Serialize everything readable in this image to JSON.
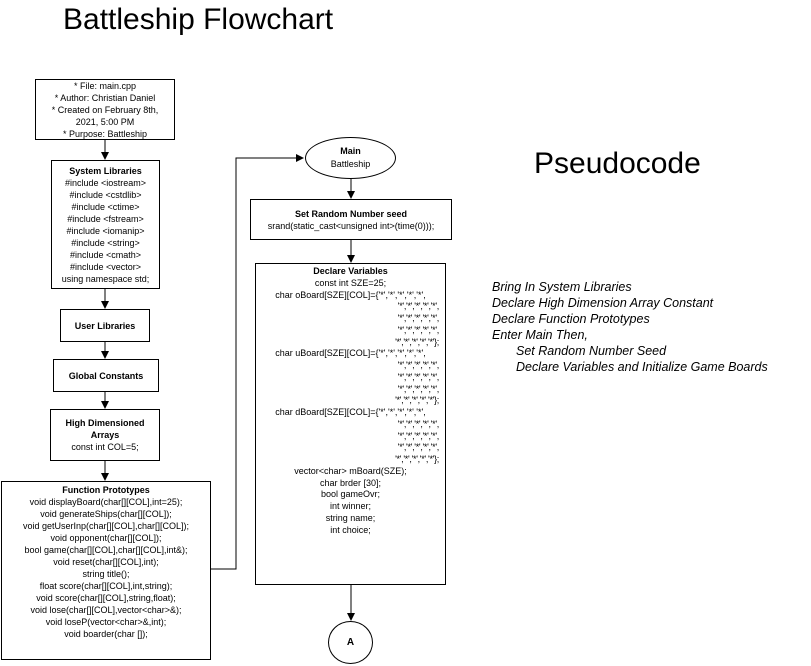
{
  "title": "Battleship Flowchart",
  "pseudocode_title": "Pseudocode",
  "header_box": [
    "* File:   main.cpp",
    "* Author: Christian Daniel",
    "* Created on February 8th,",
    "2021, 5:00 PM",
    "* Purpose:  Battleship"
  ],
  "system_libraries": {
    "heading": "System Libraries",
    "lines": [
      "#include <iostream>",
      "#include <cstdlib>",
      "#include <ctime>",
      "#include <fstream>",
      "#include <iomanip>",
      "#include <string>",
      "#include <cmath>",
      "#include <vector>",
      "using namespace std;"
    ]
  },
  "user_libraries": {
    "heading": "User Libraries"
  },
  "global_constants": {
    "heading": "Global Constants"
  },
  "high_dim_arrays": {
    "heading_lines": [
      "High Dimensioned",
      "Arrays"
    ],
    "lines": [
      "const int COL=5;"
    ]
  },
  "function_prototypes": {
    "heading": "Function Prototypes",
    "lines": [
      "void displayBoard(char[][COL],int=25);",
      "void generateShips(char[][COL]);",
      "void getUserInp(char[][COL],char[][COL]);",
      "void opponent(char[][COL]);",
      "bool game(char[][COL],char[][COL],int&);",
      "void reset(char[][COL],int);",
      "string title();",
      "float score(char[][COL],int,string);",
      "void score(char[][COL],string,float);",
      "void lose(char[][COL],vector<char>&);",
      "void loseP(vector<char>&,int);",
      "void boarder(char []);"
    ]
  },
  "main": {
    "heading": "Main",
    "sub": "Battleship"
  },
  "random_seed": {
    "heading": "Set Random Number seed",
    "lines": [
      "srand(static_cast<unsigned int>(time(0)));"
    ]
  },
  "declare_variables": {
    "heading": "Declare Variables",
    "lines_before": [
      "const int SZE=25;"
    ],
    "boards": [
      {
        "first": "char oBoard[SZE][COL]={'*','*','*','*','*',",
        "rows": [
          "'*','*','*','*','*',",
          "'*','*','*','*','*',",
          "'*','*','*','*','*',",
          "'*','*','*','*','*'};"
        ]
      },
      {
        "first": "char uBoard[SZE][COL]={'*','*','*','*','*',",
        "rows": [
          "'*','*','*','*','*',",
          "'*','*','*','*','*',",
          "'*','*','*','*','*',",
          "'*','*','*','*','*'};"
        ]
      },
      {
        "first": "char dBoard[SZE][COL]={'*','*','*','*','*',",
        "rows": [
          "'*','*','*','*','*',",
          "'*','*','*','*','*',",
          "'*','*','*','*','*',",
          "'*','*','*','*','*'};"
        ]
      }
    ],
    "lines_after": [
      "vector<char> mBoard(SZE);",
      "char brder [30];",
      "bool gameOvr;",
      "int winner;",
      "string name;",
      "int choice;"
    ]
  },
  "connector_a": {
    "label": "A"
  },
  "pseudocode": {
    "lines": [
      "Bring In System Libraries",
      "Declare High Dimension Array Constant",
      "Declare Function Prototypes",
      "Enter Main Then,"
    ],
    "indented_lines": [
      "Set Random Number Seed",
      "Declare Variables and Initialize Game Boards"
    ]
  }
}
